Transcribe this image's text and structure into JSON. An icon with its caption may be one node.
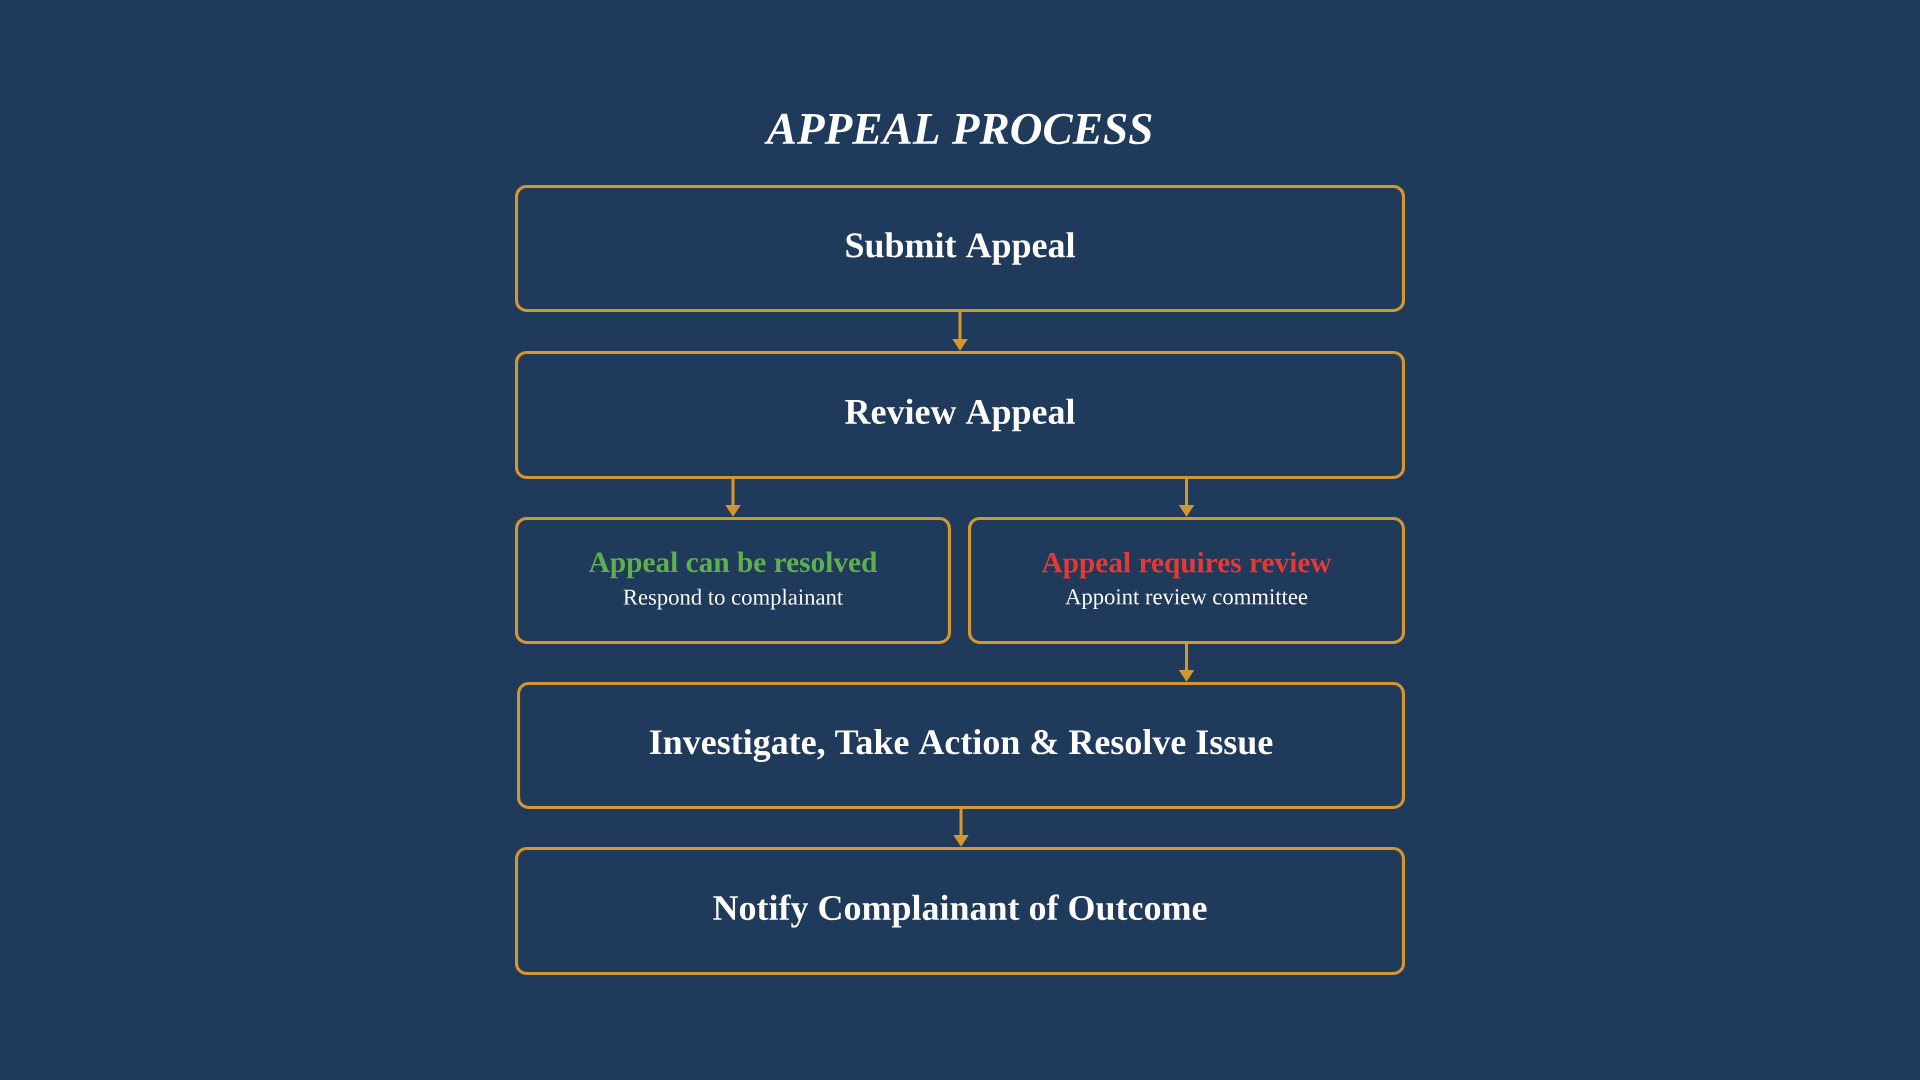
{
  "diagram": {
    "title": "APPEAL PROCESS",
    "nodes": [
      {
        "text": [
          "Submit Appeal"
        ]
      },
      {
        "text": [
          "Review Appeal"
        ]
      },
      {
        "text": [
          "Appeal can be resolved",
          "Respond to complainant"
        ]
      },
      {
        "text": [
          "Appeal requires review",
          "Appoint review committee"
        ]
      },
      {
        "text": [
          "Investigate, Take Action & Resolve Issue"
        ]
      },
      {
        "text": [
          "Notify Complainant of Outcome"
        ]
      }
    ],
    "edges": [
      {
        "from": 0,
        "to": 1,
        "arrow": "to"
      },
      {
        "from": 1,
        "to": 2,
        "arrow": "to"
      },
      {
        "from": 1,
        "to": 3,
        "arrow": "to"
      },
      {
        "from": 3,
        "to": 4,
        "arrow": "to"
      },
      {
        "from": 4,
        "to": 5,
        "arrow": "to"
      }
    ]
  }
}
